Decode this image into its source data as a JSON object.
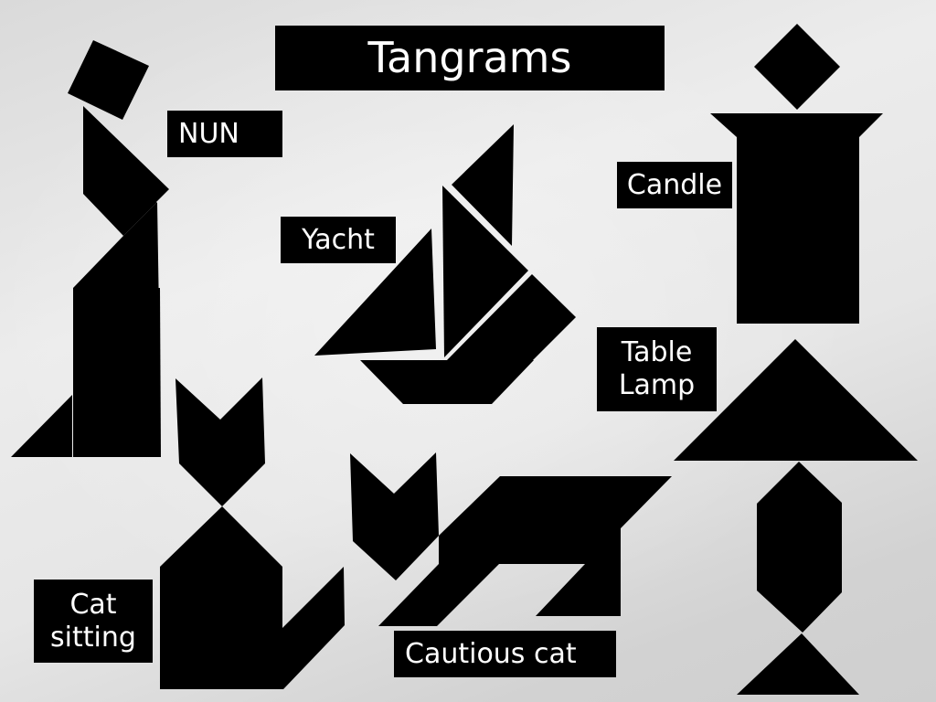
{
  "slide": {
    "title": "Tangrams",
    "background": {
      "from": "#ececec",
      "to": "#cfcfcf"
    },
    "shape_color": "#000000",
    "label_bg": "#000000",
    "label_text_color": "#ffffff"
  },
  "figures": [
    {
      "id": "nun",
      "label": "NUN"
    },
    {
      "id": "yacht",
      "label": "Yacht"
    },
    {
      "id": "candle",
      "label": "Candle"
    },
    {
      "id": "table-lamp",
      "label_lines": [
        "Table",
        "Lamp"
      ]
    },
    {
      "id": "cat-sitting",
      "label_lines": [
        "Cat",
        "sitting"
      ]
    },
    {
      "id": "cautious-cat",
      "label": "Cautious cat"
    }
  ]
}
